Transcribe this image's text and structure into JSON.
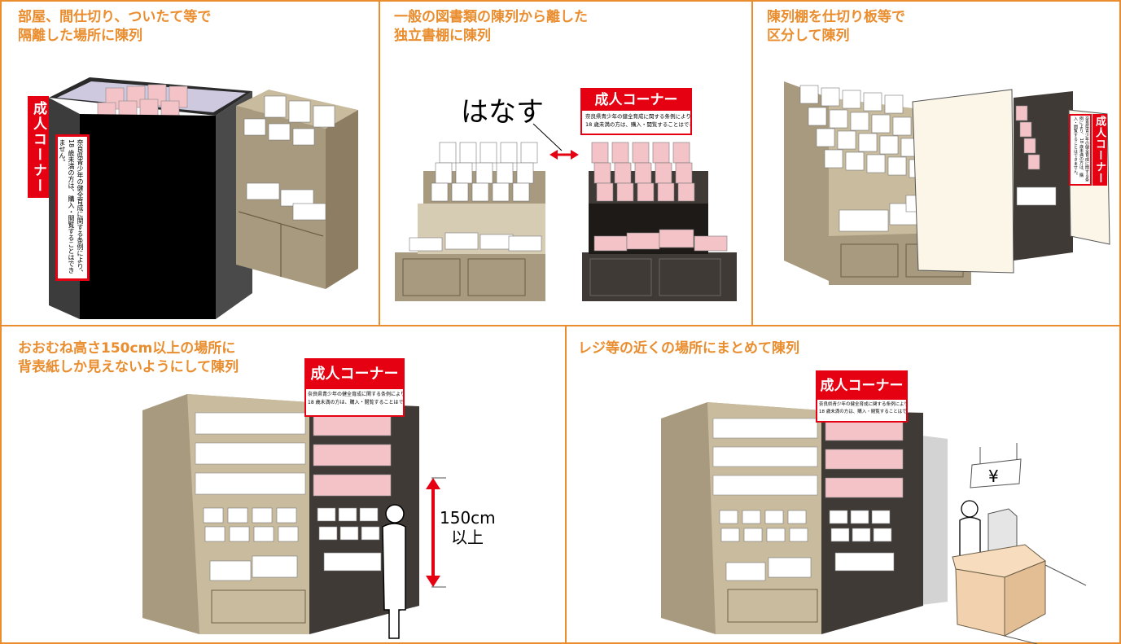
{
  "panels": [
    {
      "caption_line1": "部屋、間仕切り、ついたて等で",
      "caption_line2": "隔離した場所に陳列"
    },
    {
      "caption_line1": "一般の図書類の陳列から離した",
      "caption_line2": "独立書棚に陳列",
      "callout": "はなす"
    },
    {
      "caption_line1": "陳列棚を仕切り板等で",
      "caption_line2": "区分して陳列"
    },
    {
      "caption_line1": "おおむね高さ150cm以上の場所に",
      "caption_line2": "背表紙しか見えないようにして陳列",
      "height_line1": "150cm",
      "height_line2": "以上"
    },
    {
      "caption_line1": "レジ等の近くの場所にまとめて陳列",
      "register_symbol": "¥"
    }
  ],
  "sign": {
    "title": "成人コーナー",
    "line1": "奈良県青少年の健全育成に関する条例により、",
    "line2": "18 歳未満の方は、購入・閲覧することはできません。"
  },
  "colors": {
    "border": "#E98D2E",
    "caption": "#E98D2E",
    "sign_red": "#E50012",
    "shelf_tan": "#A89A7E",
    "shelf_dark": "#3F3A36",
    "book_pink": "#F4C3C8",
    "counter": "#F2D2AE"
  }
}
